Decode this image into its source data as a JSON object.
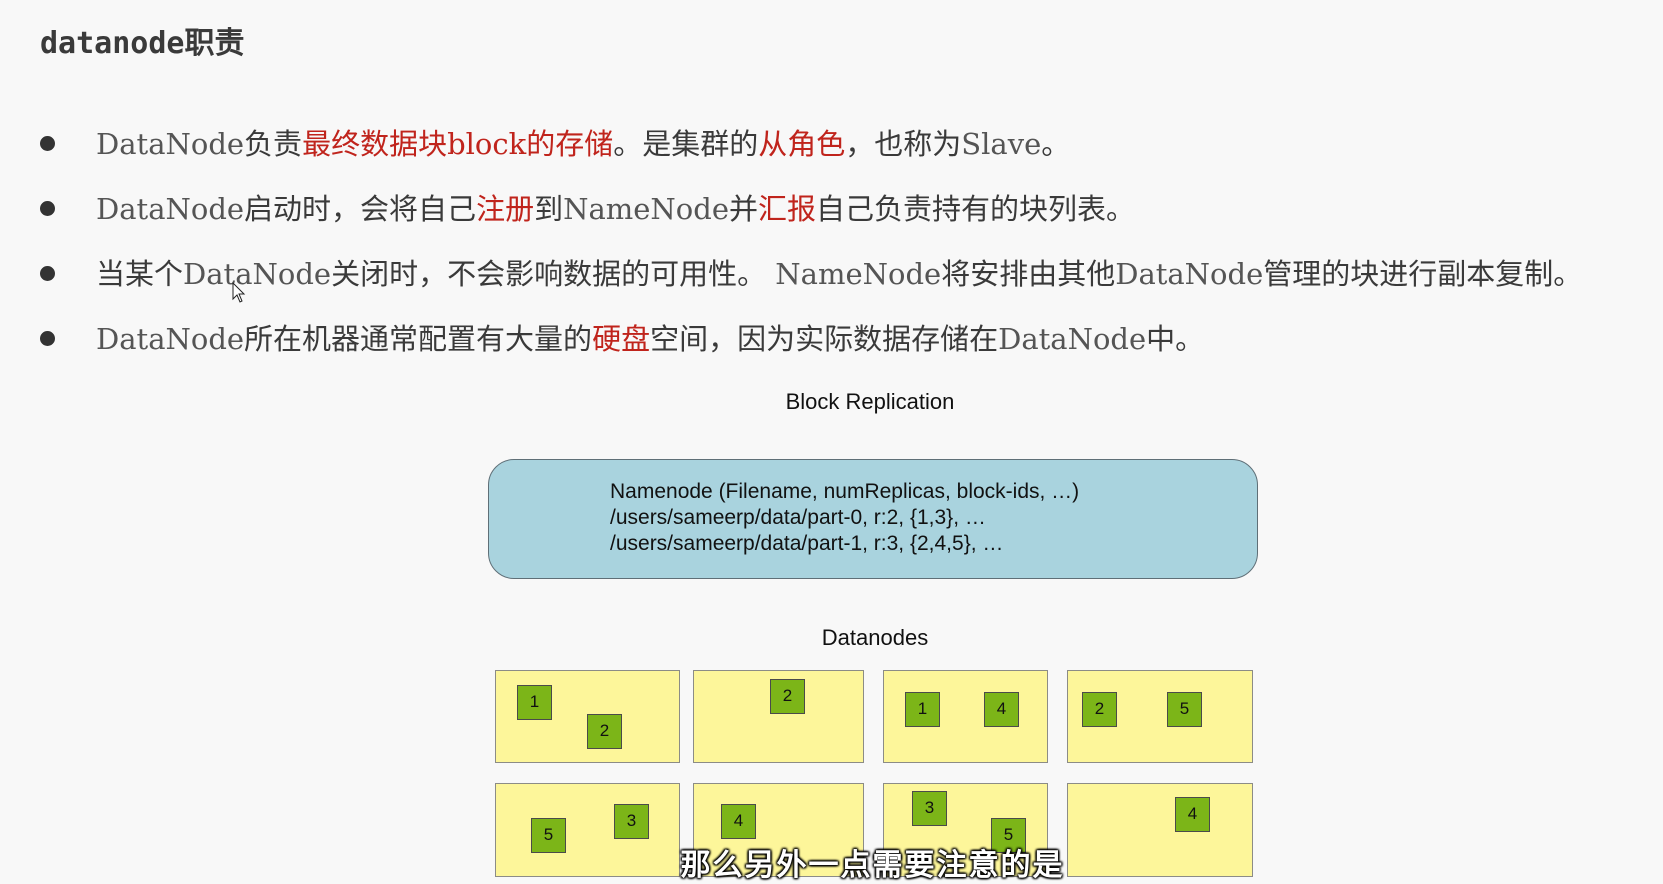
{
  "slide": {
    "title": "datanode职责"
  },
  "bullets": [
    {
      "parts": [
        {
          "text": "DataNode",
          "style": "mono"
        },
        {
          "text": "负责",
          "style": "normal"
        },
        {
          "text": "最终数据块",
          "style": "hl"
        },
        {
          "text": "block",
          "style": "mono-hl"
        },
        {
          "text": "的存储",
          "style": "hl"
        },
        {
          "text": "。是集群的",
          "style": "normal"
        },
        {
          "text": "从角色",
          "style": "hl"
        },
        {
          "text": "，也称为",
          "style": "normal"
        },
        {
          "text": "Slave",
          "style": "mono"
        },
        {
          "text": "。",
          "style": "normal"
        }
      ]
    },
    {
      "parts": [
        {
          "text": "DataNode",
          "style": "mono"
        },
        {
          "text": "启动时，会将自己",
          "style": "normal"
        },
        {
          "text": "注册",
          "style": "hl"
        },
        {
          "text": "到",
          "style": "normal"
        },
        {
          "text": "NameNode",
          "style": "mono"
        },
        {
          "text": "并",
          "style": "normal"
        },
        {
          "text": "汇报",
          "style": "hl"
        },
        {
          "text": "自己负责持有的块列表。",
          "style": "normal"
        }
      ]
    },
    {
      "parts": [
        {
          "text": "当某个",
          "style": "normal"
        },
        {
          "text": "DataNode",
          "style": "mono"
        },
        {
          "text": "关闭时，不会影响数据的可用性。 ",
          "style": "normal"
        },
        {
          "text": "NameNode",
          "style": "mono"
        },
        {
          "text": "将安排由其他",
          "style": "normal"
        },
        {
          "text": "DataNode",
          "style": "mono"
        },
        {
          "text": "管理的块进行副本复制。",
          "style": "normal"
        }
      ]
    },
    {
      "parts": [
        {
          "text": "DataNode",
          "style": "mono"
        },
        {
          "text": "所在机器通常配置有大量的",
          "style": "normal"
        },
        {
          "text": "硬盘",
          "style": "hl"
        },
        {
          "text": "空间，因为实际数据存储在",
          "style": "normal"
        },
        {
          "text": "DataNode",
          "style": "mono"
        },
        {
          "text": "中。",
          "style": "normal"
        }
      ]
    }
  ],
  "diagram": {
    "title": "Block Replication",
    "namenode_lines": [
      "Namenode (Filename, numReplicas, block-ids, …)",
      "/users/sameerp/data/part-0, r:2, {1,3}, …",
      "/users/sameerp/data/part-1, r:3, {2,4,5}, …"
    ],
    "datanodes_title": "Datanodes",
    "datanodes": [
      {
        "blocks": [
          "1",
          "2"
        ]
      },
      {
        "blocks": [
          "2"
        ]
      },
      {
        "blocks": [
          "1",
          "4"
        ]
      },
      {
        "blocks": [
          "2",
          "5"
        ]
      },
      {
        "blocks": [
          "5",
          "3"
        ]
      },
      {
        "blocks": [
          "4"
        ]
      },
      {
        "blocks": [
          "3",
          "5"
        ]
      },
      {
        "blocks": [
          "4"
        ]
      }
    ]
  },
  "subtitle": {
    "text": "那么另外一点需要注意的是"
  },
  "colors": {
    "highlight": "#c0241c",
    "namenode_fill": "#a9d3de",
    "datanode_fill": "#fdf69a",
    "block_fill": "#7cb518"
  }
}
